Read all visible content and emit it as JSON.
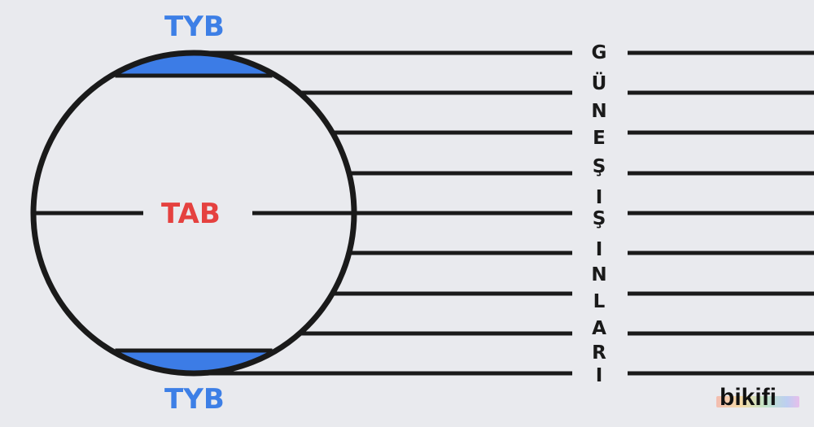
{
  "labels": {
    "tyb_top": "TYB",
    "tyb_bottom": "TYB",
    "tab": "TAB"
  },
  "rays_text": [
    "G",
    "Ü",
    "N",
    "E",
    "Ş",
    "I",
    "Ş",
    "I",
    "N",
    "L",
    "A",
    "R",
    "I"
  ],
  "brand": "bikifi",
  "colors": {
    "tyb": "#3d7fe6",
    "tab": "#e5413f",
    "cap_fill": "#3c7ce6",
    "line": "#1a1a1a",
    "background": "#e9eaee"
  }
}
